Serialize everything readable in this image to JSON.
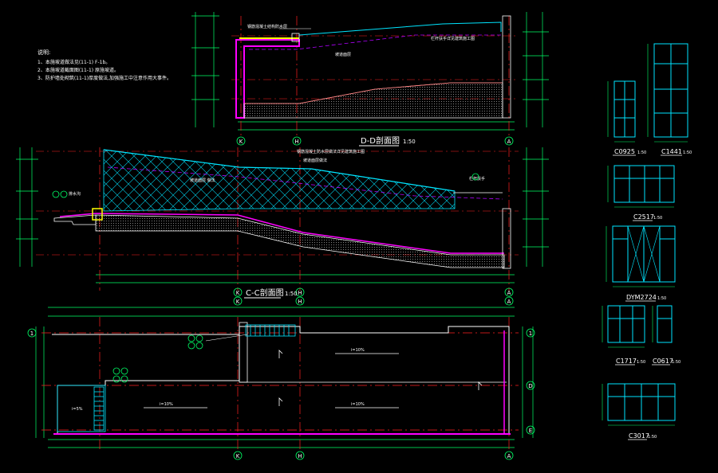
{
  "colors": {
    "background": "#000000",
    "grid": "#ff2020",
    "dim": "#00ff66",
    "section": "#ffffff",
    "cyan": "#00e5ff",
    "magenta": "#ff00ff",
    "yellow": "#ffff00",
    "dash": "#b000ff"
  },
  "notes": {
    "heading": "说明:",
    "line1": "1、本施坡道做法见(11-1)    F-1b。",
    "line2": "2、本施坡道截面图(11-1)    原施坡道。",
    "line3": "3、防护墙处砌筑(11-1)厚度做法,加强施工中注意作用大事件。"
  },
  "sections": {
    "dd_title": "D-D剖面图",
    "dd_scale": "1:50",
    "cc_title": "C-C剖面图",
    "cc_scale": "1:50"
  },
  "axes": {
    "k": "K",
    "h": "H",
    "a": "A",
    "one": "1",
    "d": "D",
    "e": "E"
  },
  "windows": {
    "c0925": {
      "name": "C0925",
      "scale": "1:50"
    },
    "c1441": {
      "name": "C1441",
      "scale": "1:50"
    },
    "c2517": {
      "name": "C2517",
      "scale": "1:50"
    },
    "dym2724": {
      "name": "DYM2724",
      "scale": "1:50"
    },
    "c1717": {
      "name": "C1717",
      "scale": "1:50"
    },
    "c0617": {
      "name": "C0617",
      "scale": "1:50"
    },
    "c3017": {
      "name": "C3017",
      "scale": "1:50"
    }
  }
}
